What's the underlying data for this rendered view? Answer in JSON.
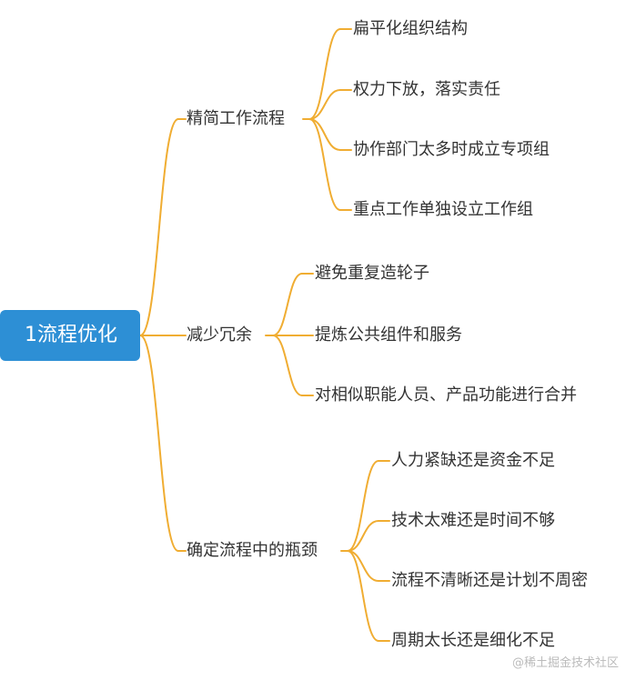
{
  "colors": {
    "root_bg": "#2d8fd5",
    "link": "#f0ad32",
    "text": "#333333"
  },
  "mindmap": {
    "root": "1流程优化",
    "branches": [
      {
        "label": "精简工作流程",
        "children": [
          "扁平化组织结构",
          "权力下放，落实责任",
          "协作部门太多时成立专项组",
          "重点工作单独设立工作组"
        ]
      },
      {
        "label": "减少冗余",
        "children": [
          "避免重复造轮子",
          "提炼公共组件和服务",
          "对相似职能人员、产品功能进行合并"
        ]
      },
      {
        "label": "确定流程中的瓶颈",
        "children": [
          "人力紧缺还是资金不足",
          "技术太难还是时间不够",
          "流程不清晰还是计划不周密",
          "周期太长还是细化不足"
        ]
      }
    ]
  },
  "watermark": "@稀土掘金技术社区"
}
